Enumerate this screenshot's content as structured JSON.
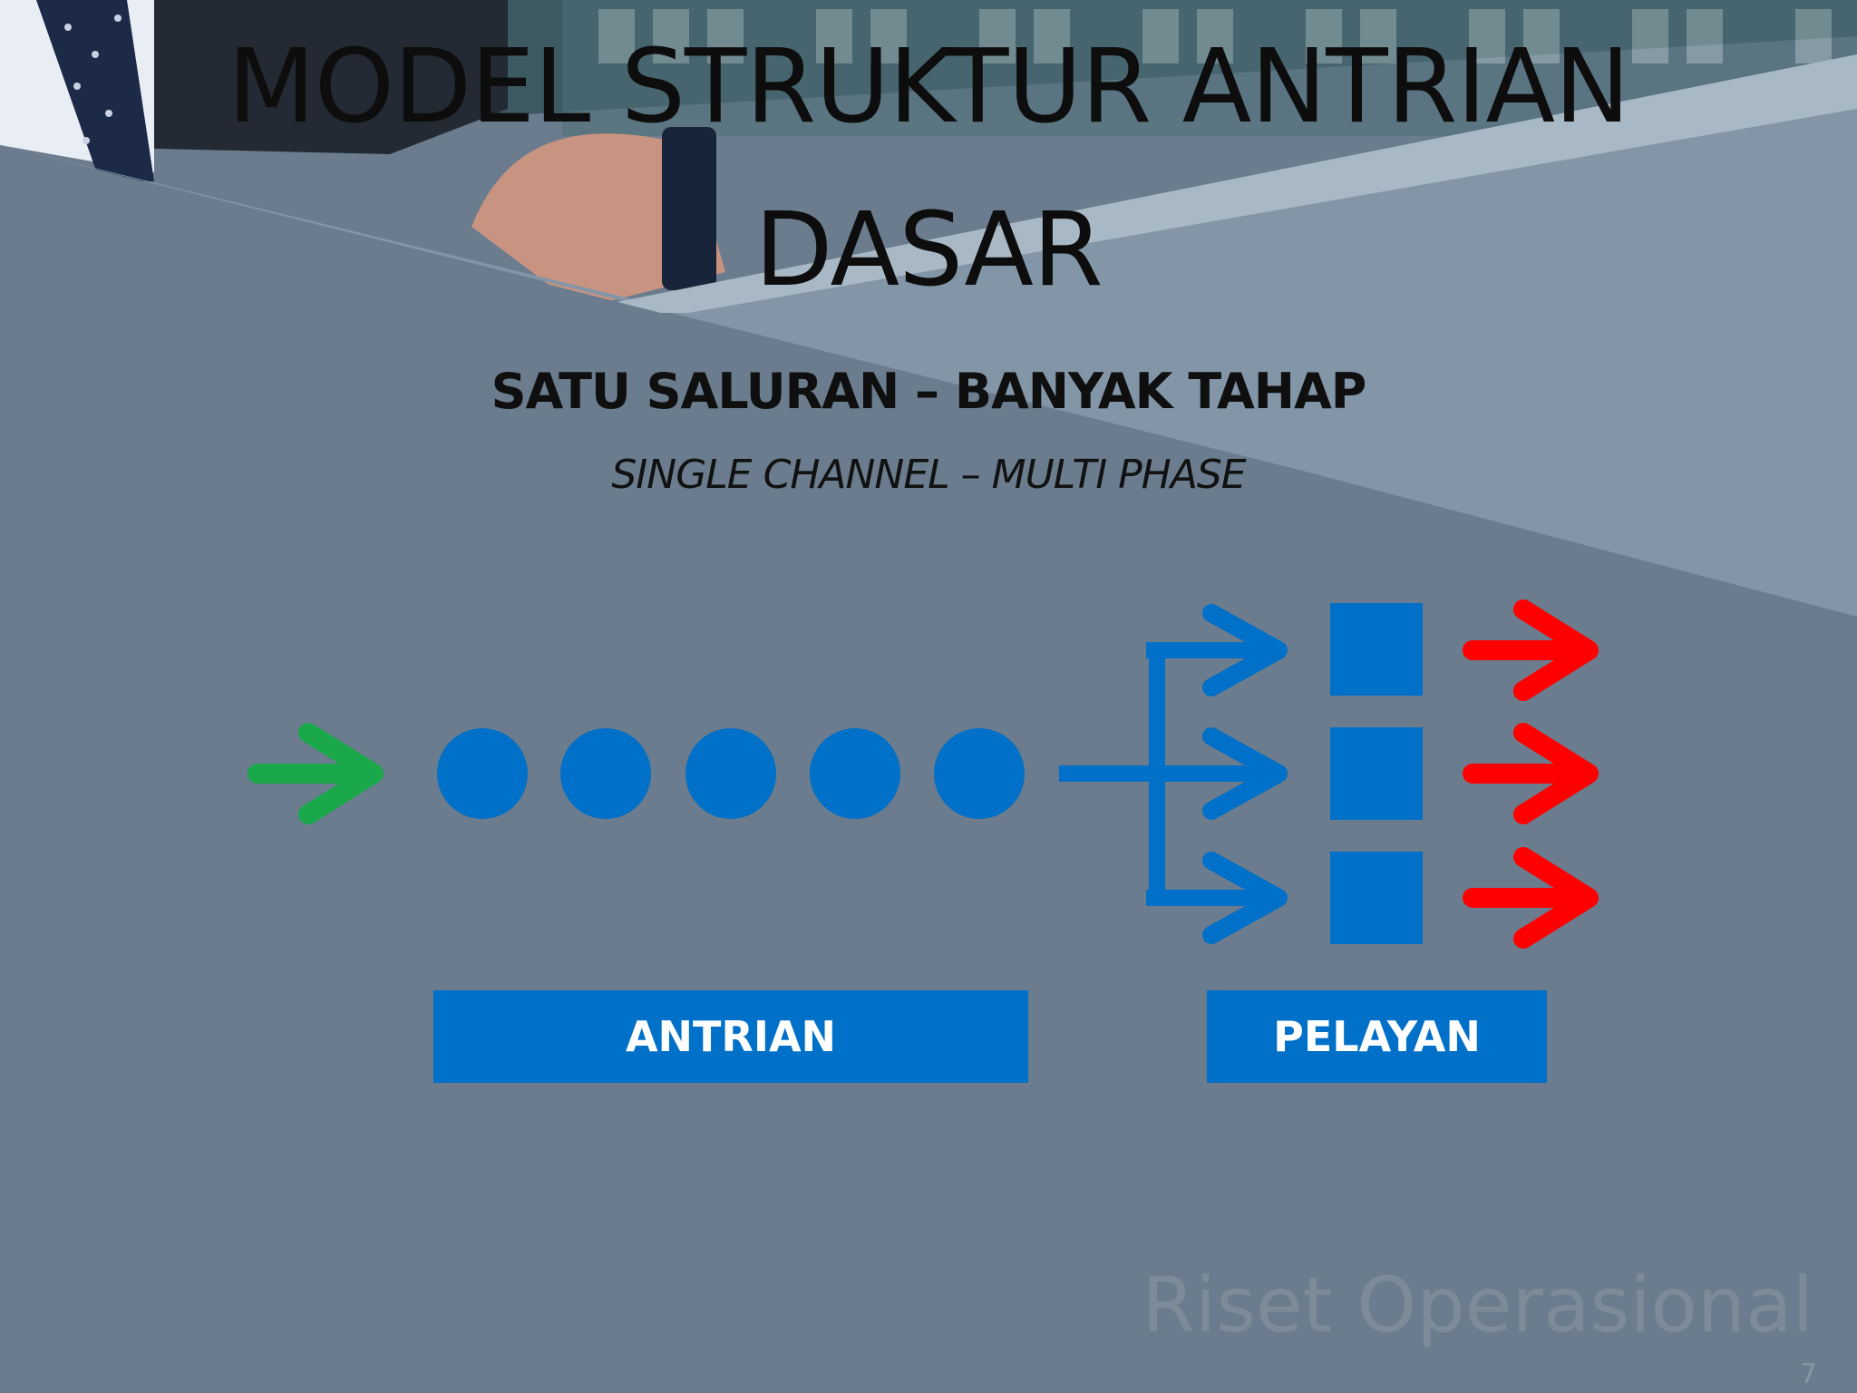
{
  "slide": {
    "title_line1": "MODEL STRUKTUR ANTRIAN",
    "title_line2": "DASAR",
    "subtitle": "SATU SALURAN – BANYAK TAHAP",
    "subtitle_en": "SINGLE CHANNEL – MULTI PHASE"
  },
  "diagram": {
    "queue_count": 5,
    "server_count": 3,
    "queue_label": "ANTRIAN",
    "server_label": "PELAYAN",
    "colors": {
      "arrival_arrow": "#1aa84a",
      "customer": "#0070c8",
      "server": "#0070c8",
      "departure_arrow": "#ff0000"
    }
  },
  "footer": {
    "brand": "Riset Operasional",
    "page": "7"
  },
  "colors": {
    "background": "#6a7c8d",
    "light_band": "#8396a7",
    "title": "#0d0d0d"
  }
}
